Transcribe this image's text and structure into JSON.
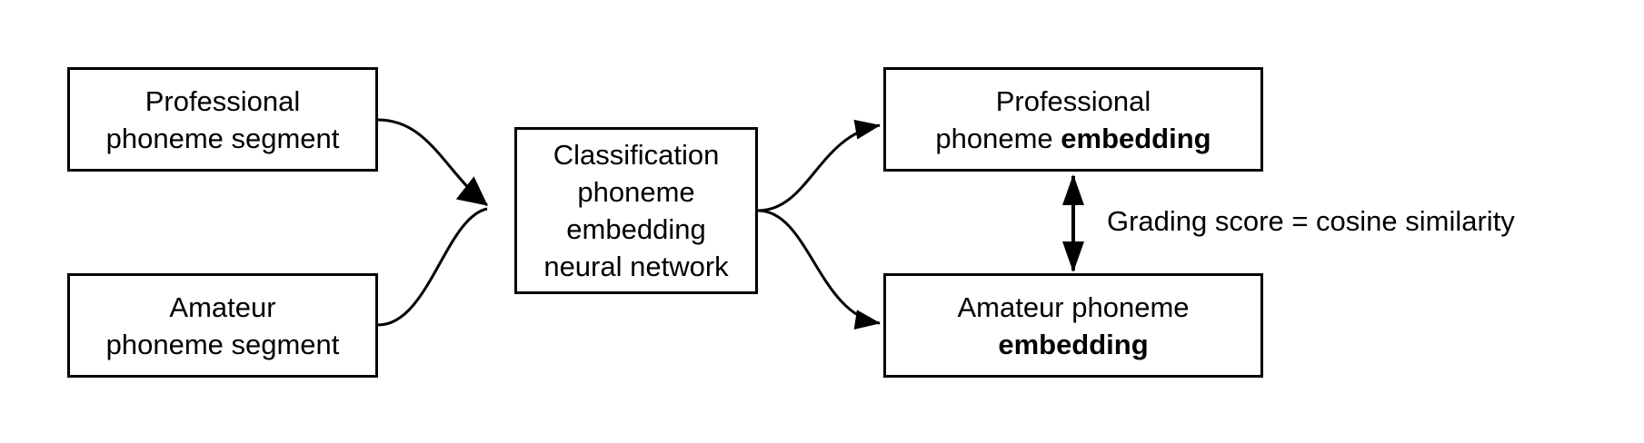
{
  "nodes": {
    "professional_segment": {
      "line1": "Professional",
      "line2": "phoneme segment"
    },
    "amateur_segment": {
      "line1": "Amateur",
      "line2": "phoneme segment"
    },
    "network": {
      "line1": "Classification",
      "line2": "phoneme",
      "line3": "embedding",
      "line4": "neural network"
    },
    "professional_embedding": {
      "line1": "Professional",
      "line2_plain": "phoneme ",
      "line2_bold": "embedding"
    },
    "amateur_embedding": {
      "line1": "Amateur phoneme",
      "line2_bold": "embedding"
    }
  },
  "edges": {
    "similarity_label": "Grading score = cosine similarity"
  },
  "colors": {
    "stroke": "#000000",
    "background": "#ffffff"
  }
}
